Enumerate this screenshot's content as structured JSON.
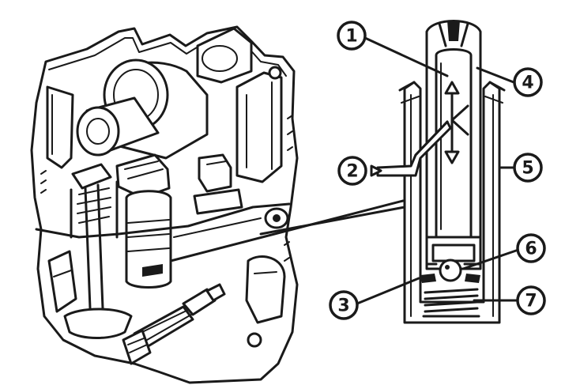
{
  "callouts": [
    {
      "id": "1",
      "label": "1"
    },
    {
      "id": "2",
      "label": "2"
    },
    {
      "id": "3",
      "label": "3"
    },
    {
      "id": "4",
      "label": "4"
    },
    {
      "id": "5",
      "label": "5"
    },
    {
      "id": "6",
      "label": "6"
    },
    {
      "id": "7",
      "label": "7"
    }
  ],
  "colors": {
    "ink": "#1a1a1a",
    "paper": "#ffffff"
  }
}
